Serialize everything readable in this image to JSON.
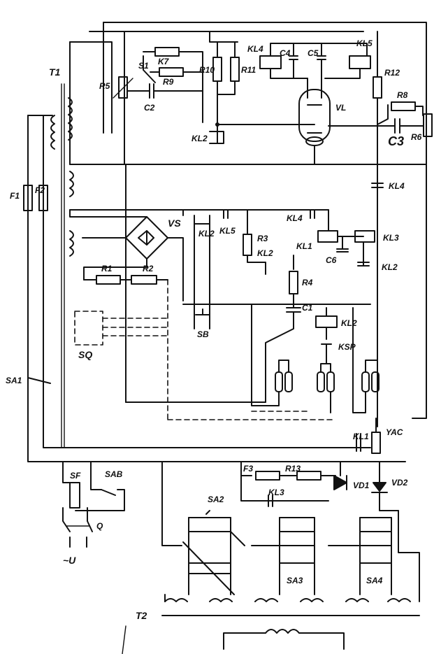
{
  "labels": {
    "T1": "T1",
    "F1": "F1",
    "F2": "F2",
    "SA1": "SA1",
    "R5": "R5",
    "S1": "S1",
    "K7": "K7",
    "R9": "R9",
    "C2": "C2",
    "R10": "R10",
    "R11": "R11",
    "KL4_top": "KL4",
    "C4": "C4",
    "C5": "C5",
    "KL5_top": "KL5",
    "R12": "R12",
    "R8": "R8",
    "VL": "VL",
    "C3": "C3",
    "R6": "R6",
    "KL2_top": "KL2",
    "KL4_mid": "KL4",
    "VS": "VS",
    "KL2_a": "KL2",
    "KL5_b": "KL5",
    "R3": "R3",
    "KL2_b": "KL2",
    "KL4_b": "KL4",
    "KL1": "KL1",
    "C6": "C6",
    "KL3": "KL3",
    "KL2_c": "KL2",
    "R1": "R1",
    "R2": "R2",
    "R4": "R4",
    "C1": "C1",
    "KL2_d": "KL2",
    "SB": "SB",
    "SQ": "SQ",
    "KSP": "KSP",
    "KL1_b": "KL1",
    "YAC": "YAC",
    "SF": "SF",
    "SAB": "SAB",
    "Q": "Q",
    "U": "~U",
    "F3": "F3",
    "R13": "R13",
    "VD1": "VD1",
    "VD2": "VD2",
    "KL3_b": "KL3",
    "SA2": "SA2",
    "SA3": "SA3",
    "SA4": "SA4",
    "T2": "T2"
  }
}
